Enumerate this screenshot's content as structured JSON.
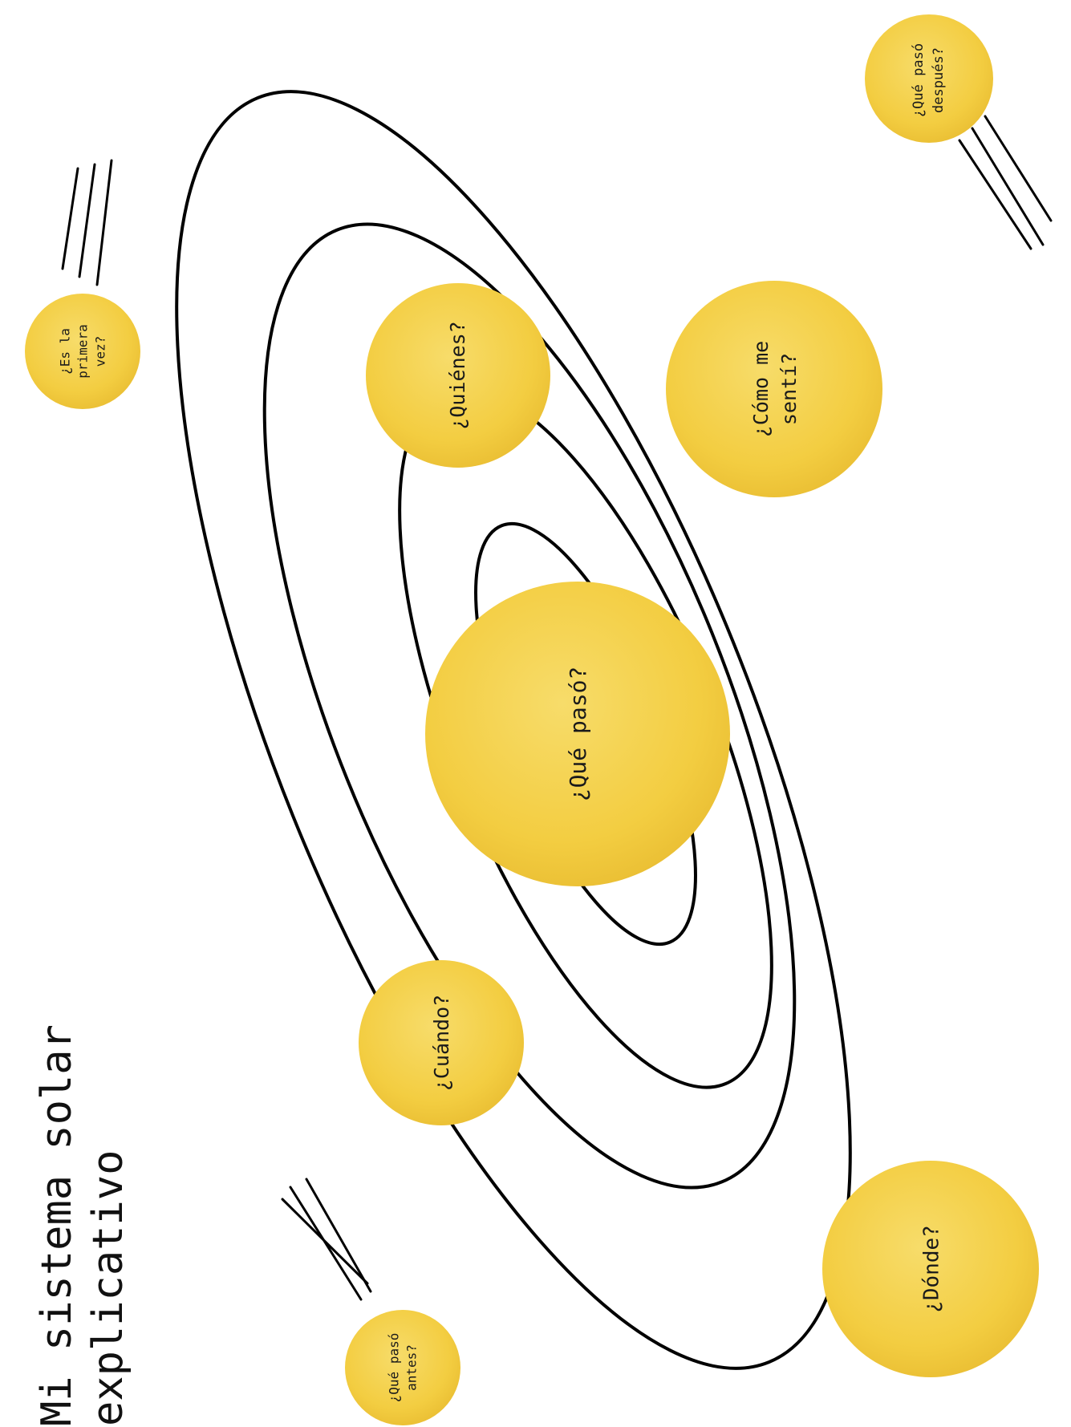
{
  "title": {
    "line1": "Mi sistema solar",
    "line2": "explicativo"
  },
  "planets": {
    "center": "¿Qué pasó?",
    "quienes": "¿Quiénes?",
    "como": [
      "¿Cómo me",
      "sentí?"
    ],
    "cuando": "¿Cuándo?",
    "donde": "¿Dónde?",
    "primera": [
      "¿Es la",
      "primera",
      "vez?"
    ],
    "despues": [
      "¿Qué pasó",
      "después?"
    ],
    "antes": [
      "¿Qué pasó",
      "antes?"
    ]
  },
  "colors": {
    "planet_fill": "#f4cf45",
    "planet_edge": "#e8bd30",
    "orbit": "#000000"
  }
}
